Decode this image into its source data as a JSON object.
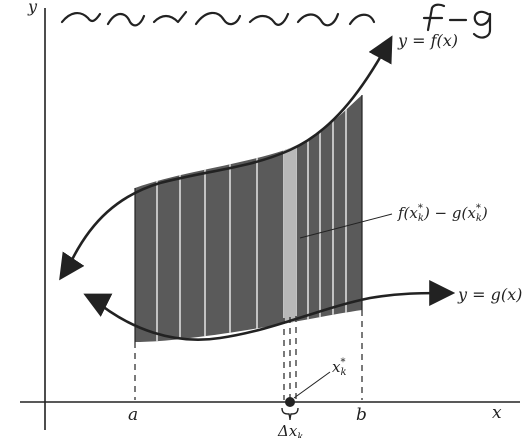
{
  "handwriting": {
    "text": "f-g",
    "note": "Handwritten Arabic annotation is reproduced as a drawing (pen strokes)."
  },
  "axes": {
    "x_label": "x",
    "y_label": "y"
  },
  "curves": {
    "f_label": "y = f(x)",
    "g_label": "y = g(x)"
  },
  "annotations": {
    "difference_label": "f(x*k) − g(x*k)",
    "difference_main": "f(x",
    "difference_star_sub": "k",
    "difference_mid": ") − g(x",
    "difference_end": ")",
    "sample_point_label_main": "x",
    "sample_point_label_sub": "k",
    "delta_label_main": "Δx",
    "delta_label_sub": "k",
    "a_label": "a",
    "b_label": "b"
  },
  "colors": {
    "ink": "#222222",
    "shading": "#5a5a5a",
    "highlight_strip": "#b8b8b8"
  }
}
